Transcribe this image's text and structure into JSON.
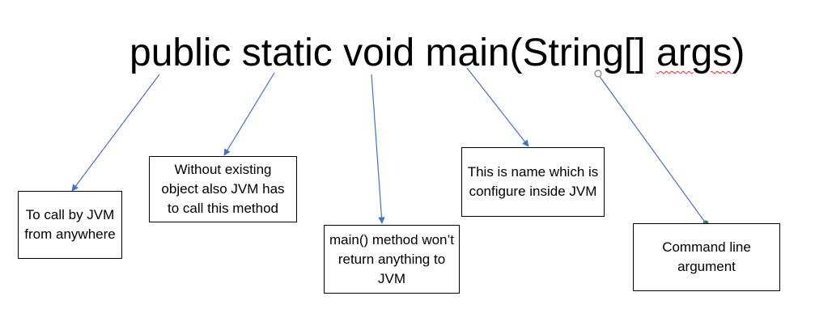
{
  "diagram": {
    "title_main": "public static void main(String[] ",
    "title_flagged": "args",
    "title_end": ")",
    "annotations": {
      "public": "To call by JVM from anywhere",
      "static": "Without existing object also JVM has to call this method",
      "void": "main() method won’t return anything to JVM",
      "main": "This is name which is configure inside JVM",
      "args": "Command line argument"
    },
    "colors": {
      "arrow": "#4472c4",
      "box_border": "#000000",
      "spell_underline": "#e03030",
      "connector_dot": "#2e8b2e"
    }
  }
}
